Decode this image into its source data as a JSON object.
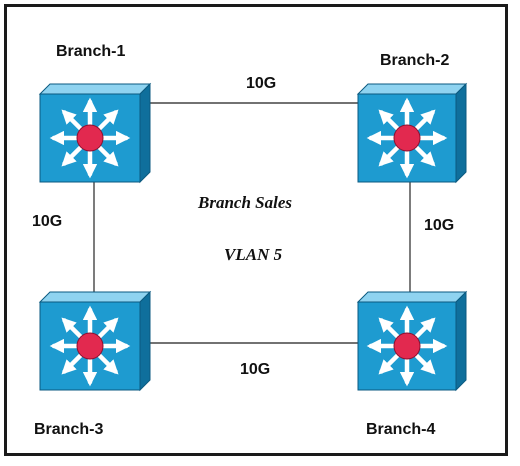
{
  "diagram": {
    "segment_name": "Branch Sales",
    "vlan": "VLAN 5",
    "nodes": [
      {
        "id": "b1",
        "label": "Branch-1",
        "type": "layer3-switch"
      },
      {
        "id": "b2",
        "label": "Branch-2",
        "type": "layer3-switch"
      },
      {
        "id": "b3",
        "label": "Branch-3",
        "type": "layer3-switch"
      },
      {
        "id": "b4",
        "label": "Branch-4",
        "type": "layer3-switch"
      }
    ],
    "links": [
      {
        "from": "b1",
        "to": "b2",
        "label": "10G"
      },
      {
        "from": "b1",
        "to": "b3",
        "label": "10G"
      },
      {
        "from": "b2",
        "to": "b4",
        "label": "10G"
      },
      {
        "from": "b3",
        "to": "b4",
        "label": "10G"
      }
    ],
    "colors": {
      "switch_front": "#1e9bd0",
      "switch_top": "#8fd3f0",
      "switch_side": "#0f6f9c",
      "switch_center": "#e2294f",
      "arrow": "#ffffff",
      "link": "#444444",
      "border": "#1a1a1a"
    }
  }
}
